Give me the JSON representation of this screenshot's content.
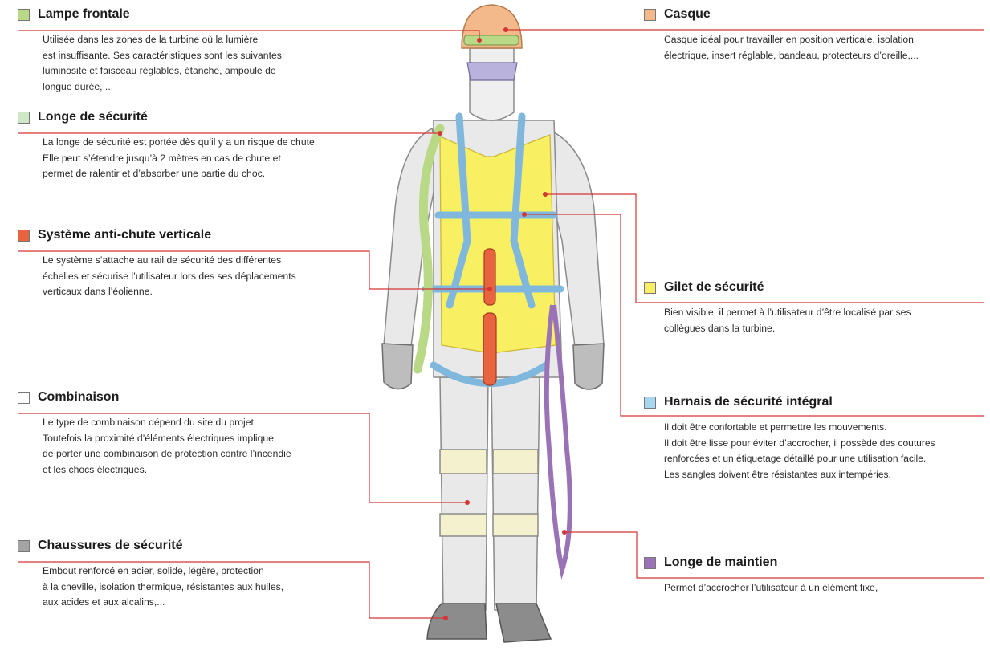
{
  "legend_items": [
    {
      "id": "lampe",
      "title": "Lampe frontale",
      "color": "#b9d986",
      "side": "left",
      "desc": "Utilisée dans les zones de la turbine où la lumière\nest insuffisante. Ses caractéristiques sont les suivantes:\nluminosité et faisceau réglables, étanche, ampoule de\nlongue durée, ..."
    },
    {
      "id": "longe-securite",
      "title": "Longe de sécurité",
      "color": "#cfe6c7",
      "side": "left",
      "desc": "La longe de sécurité est portée dès qu’il y a un risque de chute.\nElle peut s’étendre jusqu’à 2 mètres en cas de chute et\npermet de ralentir et d’absorber une partie du choc."
    },
    {
      "id": "anti-chute",
      "title": "Système anti-chute verticale",
      "color": "#e8633f",
      "side": "left",
      "desc": "Le système s’attache au rail de sécurité des différentes\néchelles et sécurise l’utilisateur lors des ses déplacements\nverticaux dans l’éolienne."
    },
    {
      "id": "combinaison",
      "title": "Combinaison",
      "color": "#ffffff",
      "side": "left",
      "desc": "Le type de combinaison dépend du site du projet.\nToutefois la proximité d’éléments électriques implique\nde porter une combinaison de protection contre l’incendie\net les chocs électriques."
    },
    {
      "id": "chaussures",
      "title": "Chaussures de sécurité",
      "color": "#a4a4a4",
      "side": "left",
      "desc": "Embout renforcé en acier, solide, légère, protection\nà la cheville, isolation thermique, résistantes aux huiles,\naux acides et aux alcalins,..."
    },
    {
      "id": "casque",
      "title": "Casque",
      "color": "#f3b98a",
      "side": "right",
      "desc": "Casque idéal pour travailler en position verticale, isolation\nélectrique, insert réglable, bandeau, protecteurs d’oreille,..."
    },
    {
      "id": "gilet",
      "title": "Gilet de sécurité",
      "color": "#f8ef62",
      "side": "right",
      "desc": "Bien visible, il permet à l’utilisateur d’être localisé par ses\ncollègues dans la turbine."
    },
    {
      "id": "harnais",
      "title": "Harnais de sécurité intégral",
      "color": "#a9d6ef",
      "side": "right",
      "desc": "Il doit être confortable et permettre les mouvements.\nIl doit être lisse pour éviter d’accrocher, il possède des coutures\nrenforcées et un étiquetage détaillé pour une utilisation facile.\nLes sangles doivent être résistantes aux intempéries."
    },
    {
      "id": "longe-maintien",
      "title": "Longe de maintien",
      "color": "#9a73b6",
      "side": "right",
      "desc": "Permet d’accrocher l’utilisateur à un élément fixe,"
    }
  ],
  "colors": {
    "leader_line": "#d43535",
    "suit": "#e9e9e9",
    "suit_outline": "#8a8a8a",
    "helmet": "#f3b98a",
    "vest": "#f8ef62",
    "harness": "#a9d6ef",
    "lanyard_green": "#b9d986",
    "anti_fall": "#e8633f",
    "positioning_lanyard": "#9a73b6",
    "boots": "#8c8c8c",
    "goggles": "#b8b2dc"
  }
}
